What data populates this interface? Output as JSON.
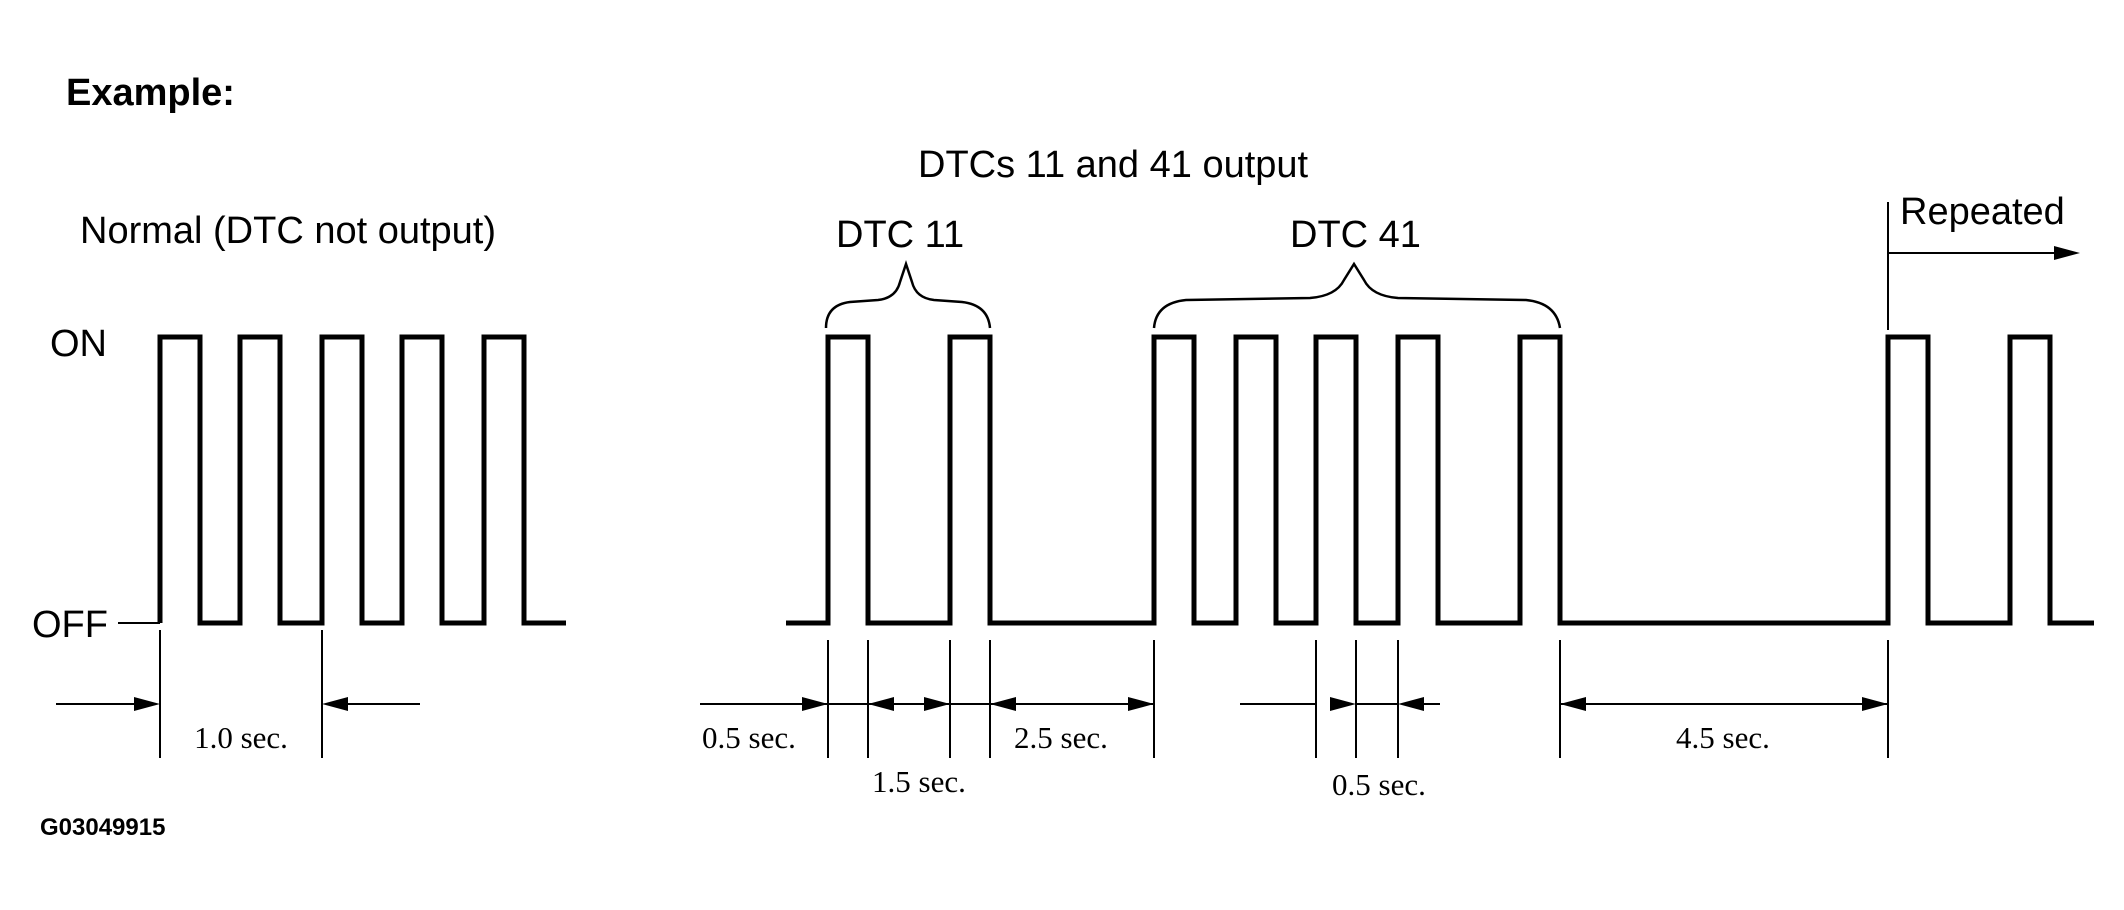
{
  "title": "Example:",
  "normal_label": "Normal (DTC not output)",
  "output_label": "DTCs 11 and 41 output",
  "dtc11_label": "DTC 11",
  "dtc41_label": "DTC 41",
  "repeated_label": "Repeated",
  "on_label": "ON",
  "off_label": "OFF",
  "timings": {
    "normal_period": "1.0 sec.",
    "pulse_a": "0.5 sec.",
    "gap_digits": "1.5 sec.",
    "gap_codes": "2.5 sec.",
    "pulse_b": "0.5 sec.",
    "gap_repeat": "4.5 sec."
  },
  "figure_code": "G03049915"
}
